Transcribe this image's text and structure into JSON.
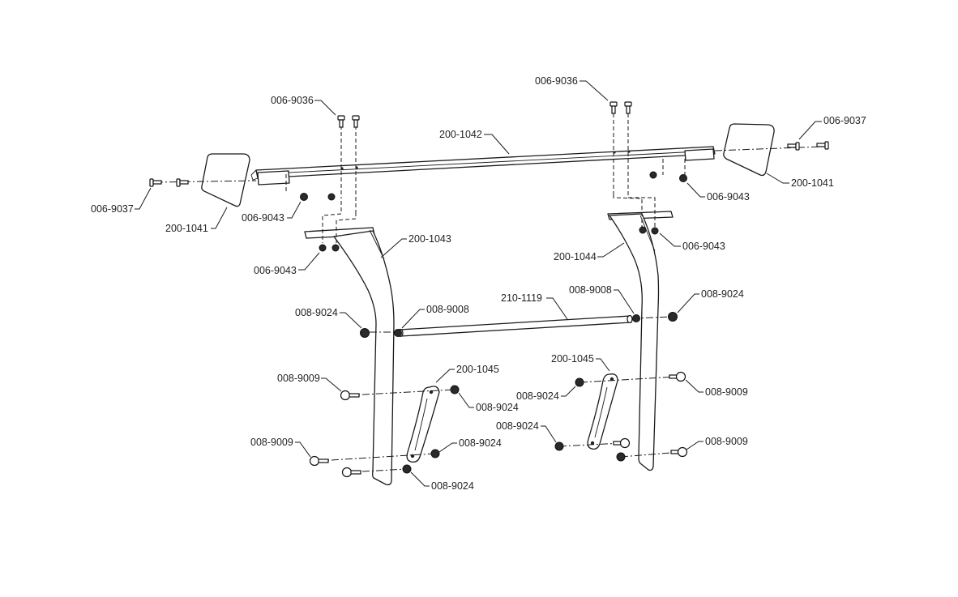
{
  "callouts": {
    "c1": "006-9036",
    "c2": "006-9036",
    "c3": "200-1042",
    "c4": "006-9037",
    "c5": "200-1041",
    "c6": "006-9043",
    "c7": "006-9043",
    "c8": "006-9037",
    "c9": "200-1041",
    "c10": "200-1043",
    "c11": "200-1044",
    "c12": "006-9043",
    "c13": "006-9043",
    "c14": "210-1119",
    "c15": "008-9008",
    "c16": "008-9024",
    "c17": "008-9008",
    "c18": "008-9024",
    "c19": "200-1045",
    "c20": "200-1045",
    "c21": "008-9009",
    "c22": "008-9024",
    "c23": "008-9024",
    "c24": "008-9009",
    "c25": "008-9024",
    "c26": "008-9009",
    "c27": "008-9024",
    "c28": "008-9024",
    "c29": "008-9009"
  }
}
